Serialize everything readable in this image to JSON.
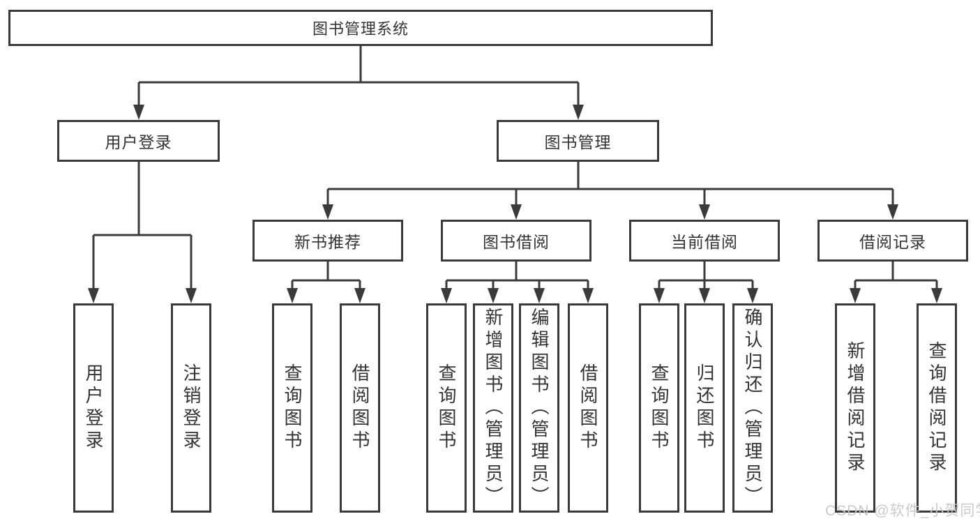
{
  "diagram": {
    "title": "图书管理系统",
    "level2": [
      {
        "label": "用户登录",
        "leaves": [
          "用户登录",
          "注销登录"
        ]
      },
      {
        "label": "图书管理",
        "groups": [
          {
            "label": "新书推荐",
            "leaves": [
              "查询图书",
              "借阅图书"
            ]
          },
          {
            "label": "图书借阅",
            "leaves": [
              "查询图书",
              "新增图书（管理员）",
              "编辑图书（管理员）",
              "借阅图书"
            ]
          },
          {
            "label": "当前借阅",
            "leaves": [
              "查询图书",
              "归还图书",
              "确认归还（管理员）"
            ]
          },
          {
            "label": "借阅记录",
            "leaves": [
              "新增借阅记录",
              "查询借阅记录"
            ]
          }
        ]
      }
    ]
  },
  "watermark": {
    "text": "CSDN @软件_小贺同学"
  },
  "colors": {
    "line": "#3a3a3a",
    "box_border": "#3a3a3a",
    "text": "#333333",
    "watermark": "#c8c8c8",
    "background": "#ffffff"
  }
}
